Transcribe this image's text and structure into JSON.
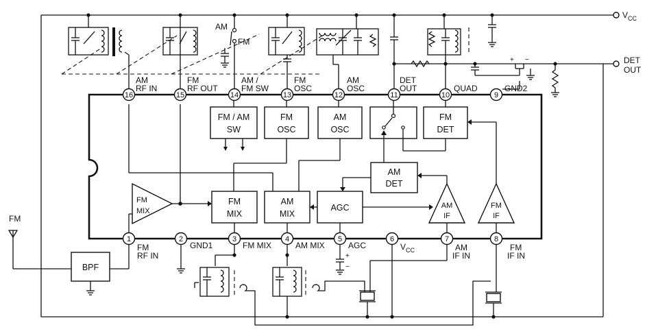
{
  "terminals": {
    "vcc": "V",
    "vcc_sub": "CC",
    "det_out_line1": "DET",
    "det_out_line2": "OUT",
    "fm_antenna": "FM"
  },
  "switch_labels": {
    "am": "AM",
    "fm": "FM"
  },
  "pins": [
    {
      "num": "1",
      "l1": "FM",
      "l2": "RF IN"
    },
    {
      "num": "2",
      "l1": "GND1",
      "l2": ""
    },
    {
      "num": "3",
      "l1": "FM MIX",
      "l2": ""
    },
    {
      "num": "4",
      "l1": "AM MIX",
      "l2": ""
    },
    {
      "num": "5",
      "l1": "AGC",
      "l2": ""
    },
    {
      "num": "6",
      "l1": "V",
      "l2": "",
      "sub": "CC"
    },
    {
      "num": "7",
      "l1": "AM",
      "l2": "IF IN"
    },
    {
      "num": "8",
      "l1": "FM",
      "l2": "IF IN"
    },
    {
      "num": "9",
      "l1": "GND2",
      "l2": ""
    },
    {
      "num": "10",
      "l1": "QUAD",
      "l2": ""
    },
    {
      "num": "11",
      "l1": "DET",
      "l2": "OUT"
    },
    {
      "num": "12",
      "l1": "AM",
      "l2": "OSC"
    },
    {
      "num": "13",
      "l1": "FM",
      "l2": "OSC"
    },
    {
      "num": "14",
      "l1": "AM /",
      "l2": "FM SW"
    },
    {
      "num": "15",
      "l1": "FM",
      "l2": "RF OUT"
    },
    {
      "num": "16",
      "l1": "AM",
      "l2": "RF IN"
    }
  ],
  "blocks": {
    "fmam_sw": [
      "FM / AM",
      "SW"
    ],
    "fm_osc": [
      "FM",
      "OSC"
    ],
    "am_osc": [
      "AM",
      "OSC"
    ],
    "fm_det": [
      "FM",
      "DET"
    ],
    "am_det": [
      "AM",
      "DET"
    ],
    "fm_mix": [
      "FM",
      "MIX"
    ],
    "am_mix": [
      "AM",
      "MIX"
    ],
    "agc": [
      "AGC"
    ],
    "bpf": [
      "BPF"
    ]
  },
  "amplifiers": {
    "fm_rf": [
      "FM",
      "MIX"
    ],
    "am_if": [
      "AM",
      "IF"
    ],
    "fm_if": [
      "FM",
      "IF"
    ]
  },
  "polarity": {
    "plus": "+",
    "minus": "−"
  }
}
